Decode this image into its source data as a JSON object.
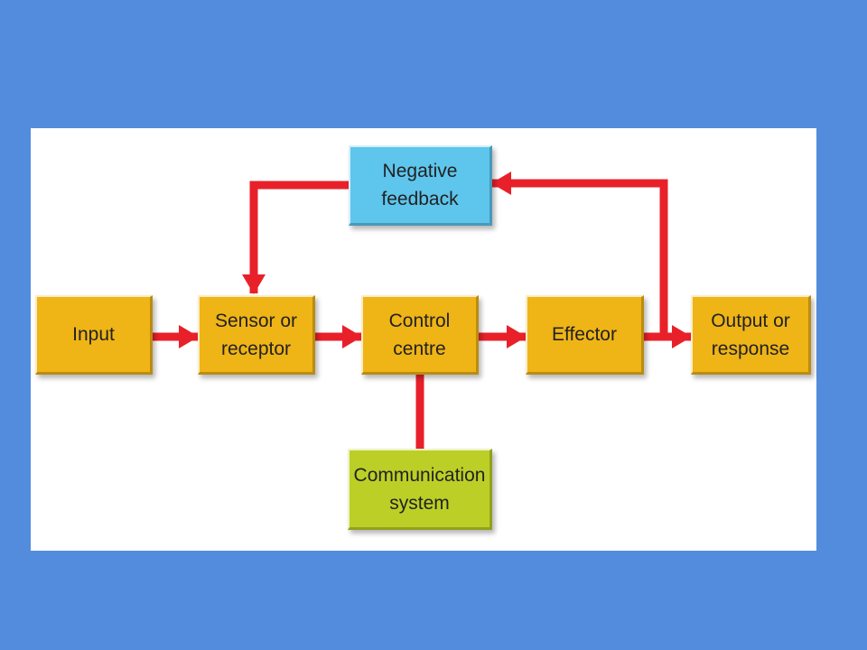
{
  "nodes": {
    "input": "Input",
    "sensor": "Sensor or\nreceptor",
    "control": "Control\ncentre",
    "effector": "Effector",
    "output": "Output or\nresponse",
    "feedback": "Negative\nfeedback",
    "communication": "Communication\nsystem"
  },
  "colors": {
    "background": "#538cdc",
    "panel": "#ffffff",
    "arrow": "#e8202a",
    "process_box": "#efb416",
    "feedback_box": "#5ec5ec",
    "communication_box": "#bccf26"
  }
}
